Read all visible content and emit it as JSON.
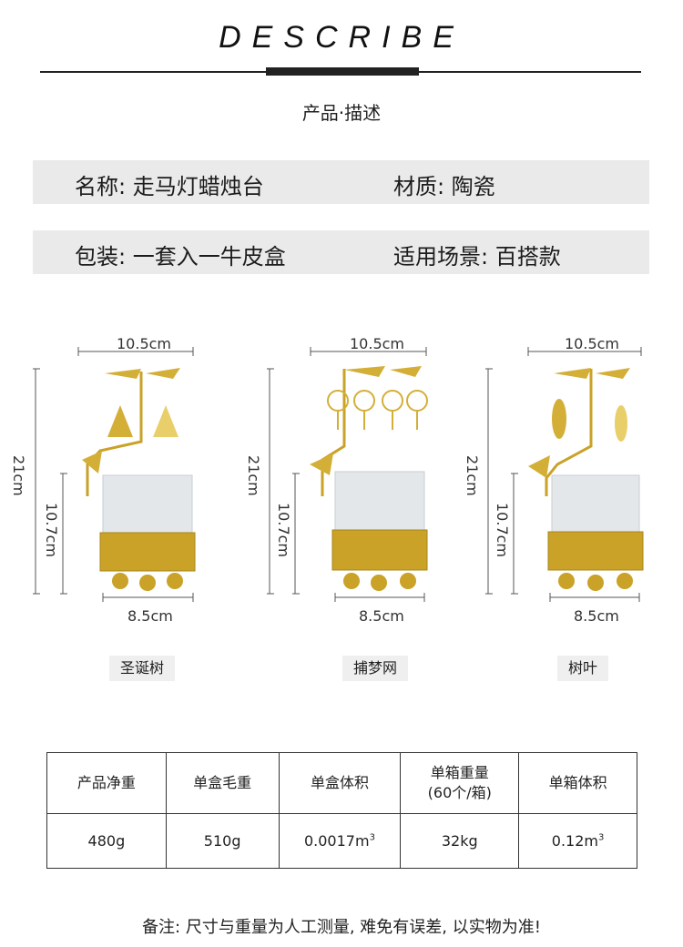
{
  "header": {
    "title": "DESCRIBE",
    "subtitle": "产品·描述"
  },
  "info": {
    "name": "名称: 走马灯蜡烛台",
    "material": "材质: 陶瓷",
    "packaging": "包装: 一套入一牛皮盒",
    "scene": "适用场景: 百搭款"
  },
  "products": [
    {
      "name": "圣诞树",
      "width": "10.5cm",
      "height": "21cm",
      "cup_height": "10.7cm",
      "base": "8.5cm",
      "pendant": "tree"
    },
    {
      "name": "捕梦网",
      "width": "10.5cm",
      "height": "21cm",
      "cup_height": "10.7cm",
      "base": "8.5cm",
      "pendant": "dreamcatcher"
    },
    {
      "name": "树叶",
      "width": "10.5cm",
      "height": "21cm",
      "cup_height": "10.7cm",
      "base": "8.5cm",
      "pendant": "leaf"
    }
  ],
  "spec": {
    "headers": [
      "产品净重",
      "单盒毛重",
      "单盒体积",
      "单箱重量",
      "(60个/箱)",
      "单箱体积"
    ],
    "values": [
      "480g",
      "510g",
      "0.0017m",
      "3",
      "32kg",
      "0.12m",
      "3"
    ]
  },
  "note": "备注: 尺寸与重量为人工测量, 难免有误差, 以实物为准!",
  "colors": {
    "gold": "#c9a227",
    "gold_light": "#e8cf6a",
    "glass": "#dfe3e6",
    "bar_bg": "#eaeaea"
  }
}
